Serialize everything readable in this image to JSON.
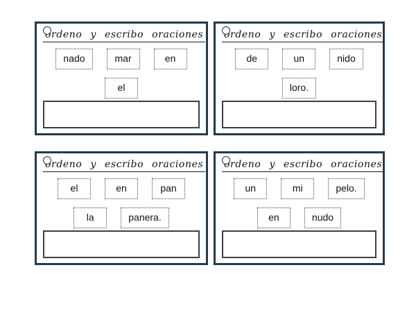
{
  "colors": {
    "background": "#ffffff",
    "card_border": "#24394d",
    "answer_box_border": "#3f3f3f",
    "word_box_border": "#444444",
    "title_color": "#111111",
    "word_color": "#111111"
  },
  "cards": [
    {
      "title": "ordeno y escribo oraciones",
      "rows": [
        [
          "nado",
          "mar",
          "en"
        ],
        [
          "el"
        ]
      ],
      "answer_value": ""
    },
    {
      "title": "ordeno y escribo oraciones",
      "rows": [
        [
          "de",
          "un",
          "nido"
        ],
        [
          "loro."
        ]
      ],
      "answer_value": ""
    },
    {
      "title": "ordeno y escribo oraciones",
      "rows": [
        [
          "el",
          "en",
          "pan"
        ],
        [
          "la",
          "panera."
        ]
      ],
      "answer_value": ""
    },
    {
      "title": "ordeno y escribo oraciones",
      "rows": [
        [
          "un",
          "mi",
          "pelo."
        ],
        [
          "en",
          "nudo"
        ]
      ],
      "answer_value": ""
    }
  ]
}
